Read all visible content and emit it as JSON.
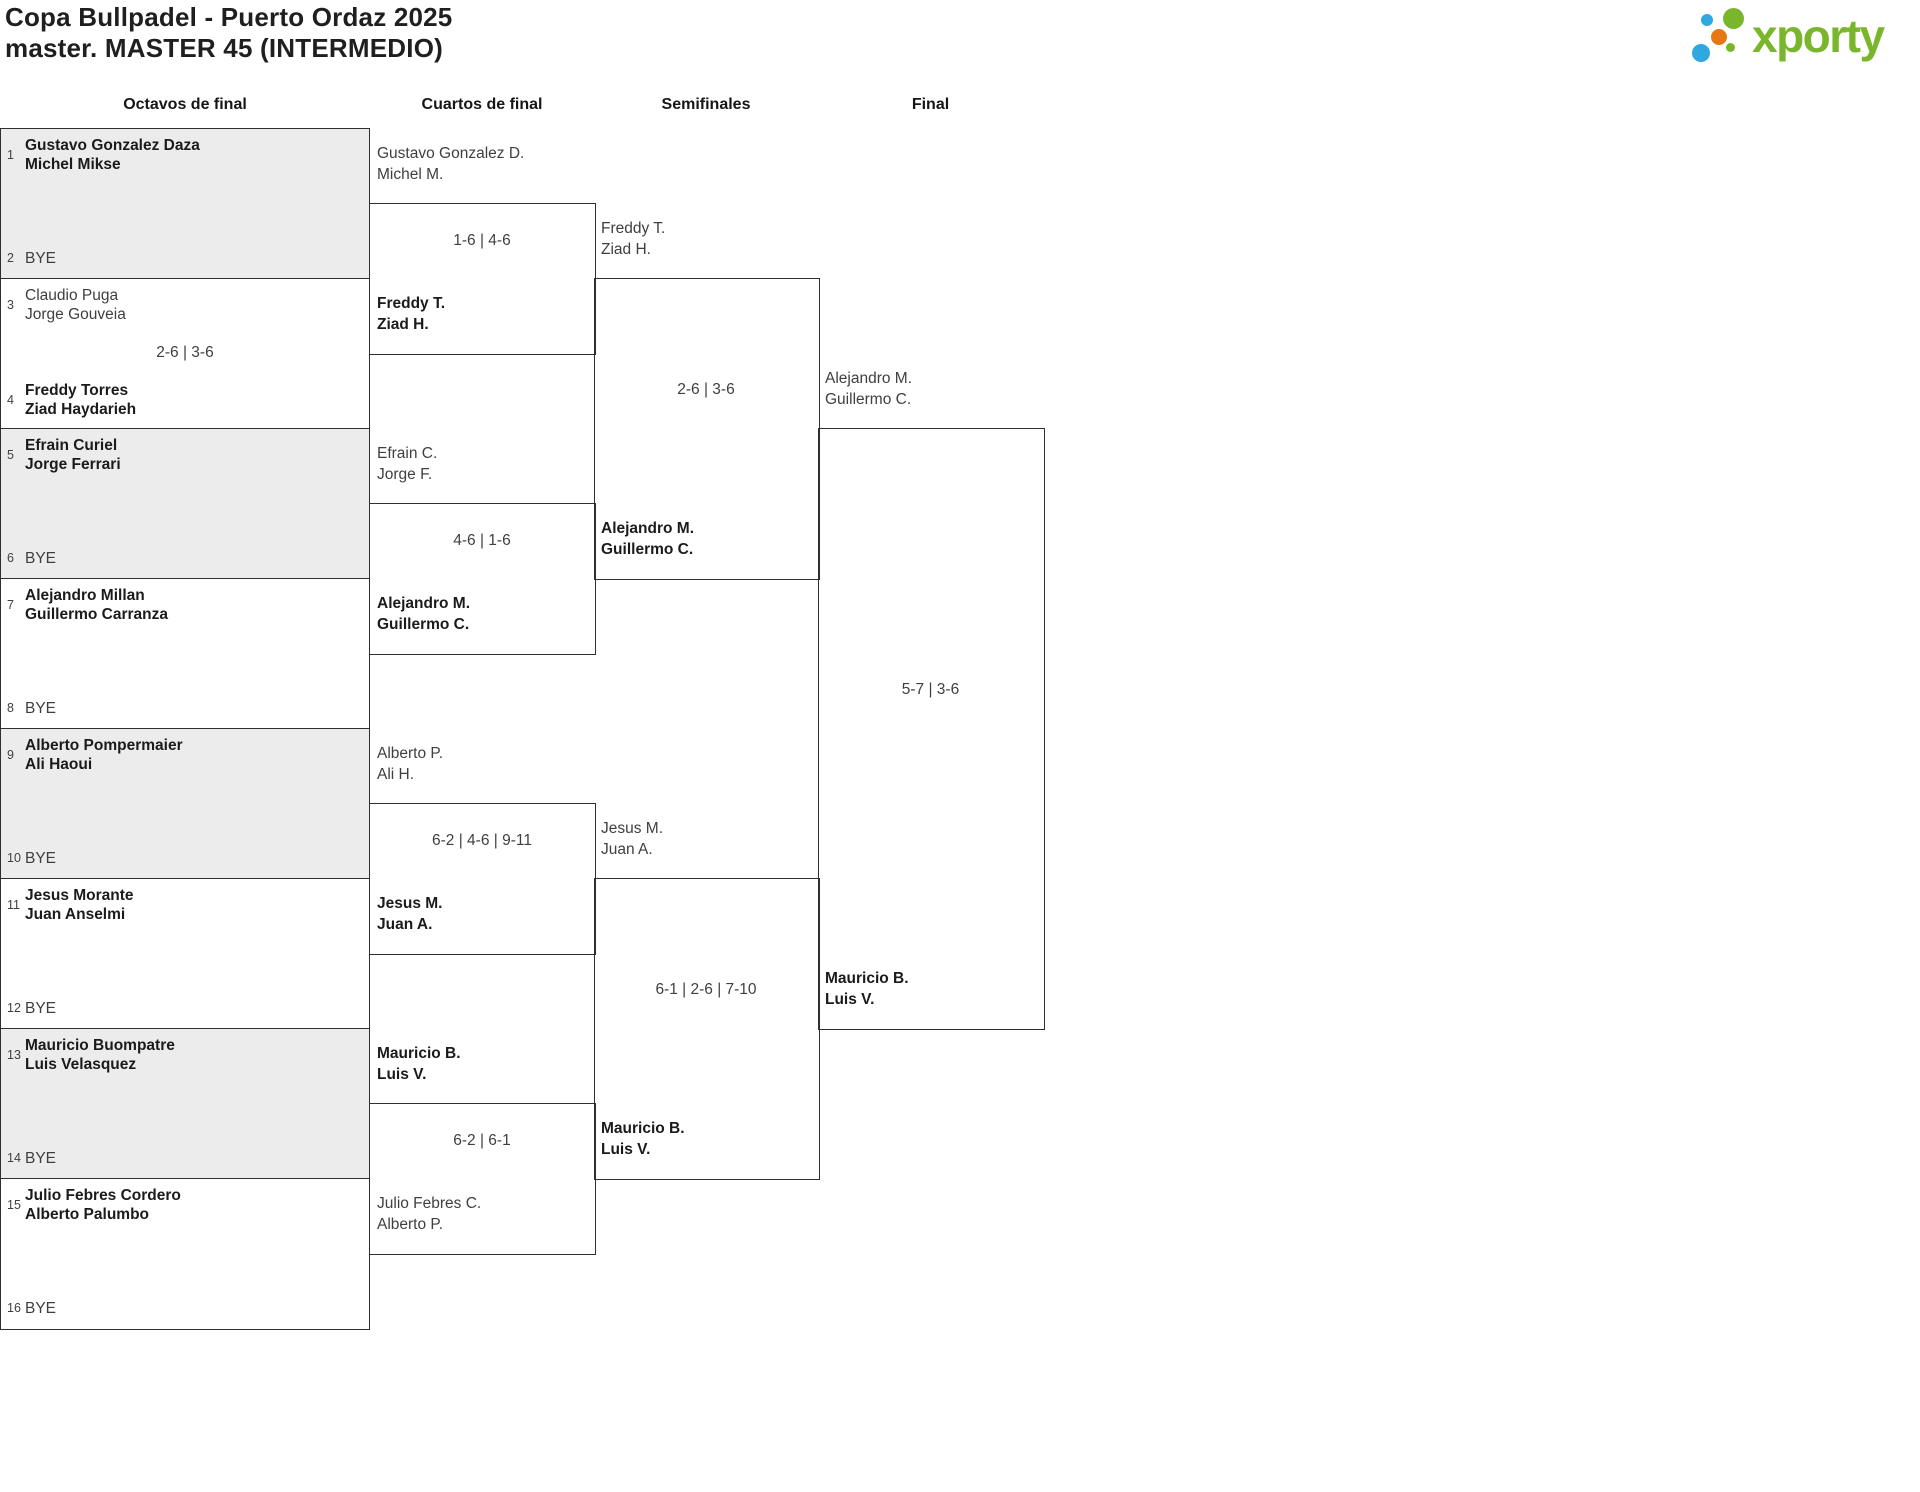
{
  "title": {
    "line1": "Copa Bullpadel - Puerto Ordaz 2025",
    "line2": "master. MASTER 45 (INTERMEDIO)"
  },
  "logo": {
    "text": "xporty",
    "green": "#7ab62b",
    "blue": "#2fa8e0",
    "orange": "#e57715"
  },
  "rounds": [
    "Octavos de final",
    "Cuartos de final",
    "Semifinales",
    "Final"
  ],
  "bye_label": "BYE",
  "r16": [
    {
      "seed1": "1",
      "team1": [
        "Gustavo Gonzalez Daza",
        "Michel Mikse"
      ],
      "seed2": "2",
      "team2": [
        "BYE"
      ],
      "winner": "top"
    },
    {
      "seed1": "3",
      "team1": [
        "Claudio Puga",
        "Jorge Gouveia"
      ],
      "score": "2-6 | 3-6",
      "seed2": "4",
      "team2": [
        "Freddy Torres",
        "Ziad Haydarieh"
      ],
      "winner": "bottom"
    },
    {
      "seed1": "5",
      "team1": [
        "Efrain Curiel",
        "Jorge Ferrari"
      ],
      "seed2": "6",
      "team2": [
        "BYE"
      ],
      "winner": "top"
    },
    {
      "seed1": "7",
      "team1": [
        "Alejandro Millan",
        "Guillermo Carranza"
      ],
      "seed2": "8",
      "team2": [
        "BYE"
      ],
      "winner": "top"
    },
    {
      "seed1": "9",
      "team1": [
        "Alberto Pompermaier",
        "Ali Haoui"
      ],
      "seed2": "10",
      "team2": [
        "BYE"
      ],
      "winner": "top"
    },
    {
      "seed1": "11",
      "team1": [
        "Jesus Morante",
        "Juan Anselmi"
      ],
      "seed2": "12",
      "team2": [
        "BYE"
      ],
      "winner": "top"
    },
    {
      "seed1": "13",
      "team1": [
        "Mauricio Buompatre",
        "Luis Velasquez"
      ],
      "seed2": "14",
      "team2": [
        "BYE"
      ],
      "winner": "top"
    },
    {
      "seed1": "15",
      "team1": [
        "Julio Febres Cordero",
        "Alberto Palumbo"
      ],
      "seed2": "16",
      "team2": [
        "BYE"
      ],
      "winner": "top"
    }
  ],
  "quarterfinals": [
    {
      "top": [
        "Gustavo Gonzalez D.",
        "Michel M."
      ],
      "score": "1-6 | 4-6",
      "bottom": [
        "Freddy T.",
        "Ziad H."
      ],
      "winner": "bottom"
    },
    {
      "top": [
        "Efrain C.",
        "Jorge F."
      ],
      "score": "4-6 | 1-6",
      "bottom": [
        "Alejandro M.",
        "Guillermo C."
      ],
      "winner": "bottom"
    },
    {
      "top": [
        "Alberto P.",
        "Ali H."
      ],
      "score": "6-2 | 4-6 | 9-11",
      "bottom": [
        "Jesus M.",
        "Juan A."
      ],
      "winner": "bottom"
    },
    {
      "top": [
        "Mauricio B.",
        "Luis V."
      ],
      "score": "6-2 | 6-1",
      "bottom": [
        "Julio Febres C.",
        "Alberto P."
      ],
      "winner": "top"
    }
  ],
  "semifinals": [
    {
      "top": [
        "Freddy T.",
        "Ziad H."
      ],
      "score": "2-6 | 3-6",
      "bottom": [
        "Alejandro M.",
        "Guillermo C."
      ],
      "winner": "bottom"
    },
    {
      "top": [
        "Jesus M.",
        "Juan A."
      ],
      "score": "6-1 | 2-6 | 7-10",
      "bottom": [
        "Mauricio B.",
        "Luis V."
      ],
      "winner": "bottom"
    }
  ],
  "final": {
    "top": [
      "Alejandro M.",
      "Guillermo C."
    ],
    "score": "5-7 | 3-6",
    "bottom": [
      "Mauricio B.",
      "Luis V."
    ],
    "winner": "bottom"
  }
}
